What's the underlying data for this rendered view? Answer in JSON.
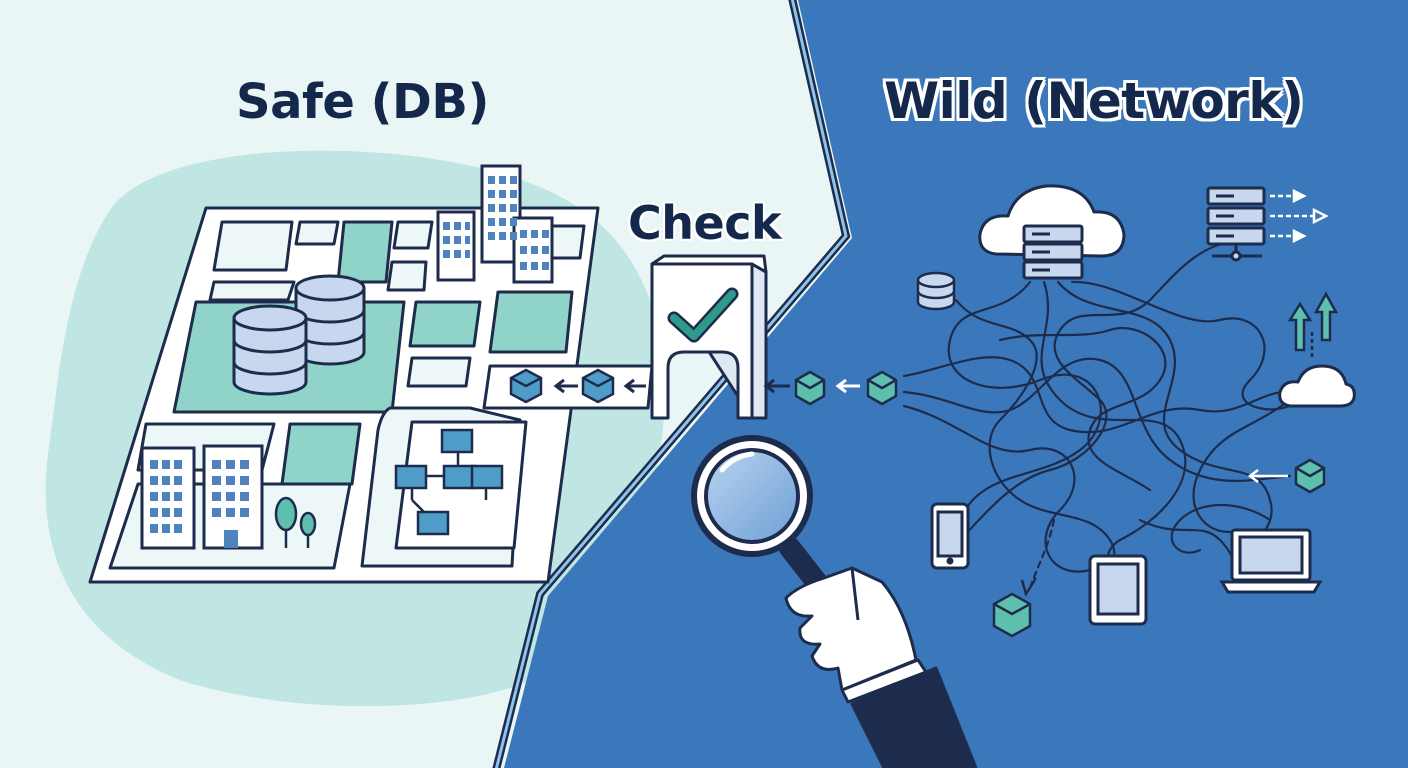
{
  "labels": {
    "safe": "Safe (DB)",
    "check": "Check",
    "wild": "Wild (Network)"
  },
  "colors": {
    "safe_background": "#eaf6f6",
    "safe_zone": "#bfe6e2",
    "wild_background": "#3b78bb",
    "outline": "#1d2c4c",
    "check_mark": "#2e9a8a"
  },
  "icons": {
    "safe_side": [
      "city-map",
      "database-icon",
      "office-building-icon",
      "tree-icon",
      "flowchart-icon"
    ],
    "gateway": [
      "checkpoint-gate",
      "check-mark-icon",
      "data-packet-icon",
      "magnifying-glass-icon",
      "hand-icon"
    ],
    "wild_side": [
      "cloud-server-icon",
      "server-rack-icon",
      "database-icon",
      "upload-arrows-icon",
      "cloud-icon",
      "smartphone-icon",
      "tablet-icon",
      "laptop-icon",
      "data-packet-icon",
      "tangled-network"
    ]
  }
}
